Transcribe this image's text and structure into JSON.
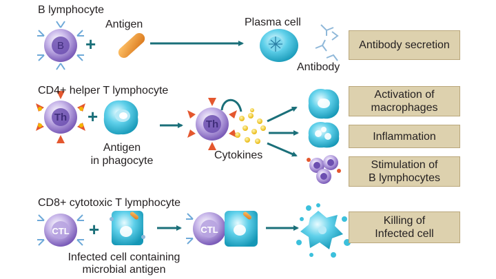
{
  "rows": {
    "b_cell": {
      "title": "B lymphocyte",
      "cell_letter": "B",
      "antigen_label": "Antigen",
      "plasma_label": "Plasma cell",
      "antibody_label": "Antibody",
      "outcome": "Antibody secretion"
    },
    "helper_t": {
      "title": "CD4+ helper T lymphocyte",
      "cell_letter": "Th",
      "antigen_line1": "Antigen",
      "antigen_line2": "in phagocyte",
      "cytokines_label": "Cytokines",
      "outcomes": [
        {
          "line1": "Activation of",
          "line2": "macrophages"
        },
        {
          "line1": "Inflammation"
        },
        {
          "line1": "Stimulation of",
          "line2": "B lymphocytes"
        }
      ]
    },
    "cytotoxic_t": {
      "title": "CD8+ cytotoxic T lymphocyte",
      "cell_letter": "CTL",
      "infected_line1": "Infected cell containing",
      "infected_line2": "microbial antigen",
      "outcome_line1": "Killing of",
      "outcome_line2": "Infected cell"
    }
  },
  "symbols": {
    "plus": "+"
  },
  "colors": {
    "arrow": "#1a6f79",
    "outcome_box": "#ddd1ae",
    "lymphocyte": "#8f6fc4",
    "antigen": "#e8962a",
    "cyan_cell": "#2fb6d3",
    "cytokine": "#f4c418",
    "helper_spike": "#e4572e"
  }
}
